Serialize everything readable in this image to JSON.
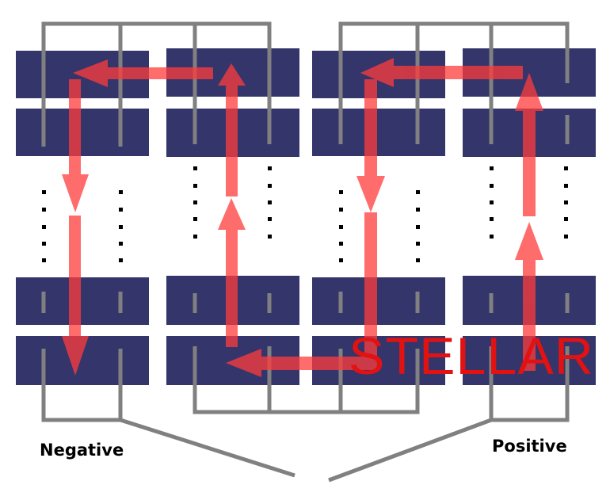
{
  "labels": {
    "negative": "Negative",
    "positive": "Positive",
    "watermark": "STELLAR"
  },
  "colors": {
    "cell": "#33356b",
    "wire": "#808080",
    "arrow": "#ff3b3b"
  }
}
